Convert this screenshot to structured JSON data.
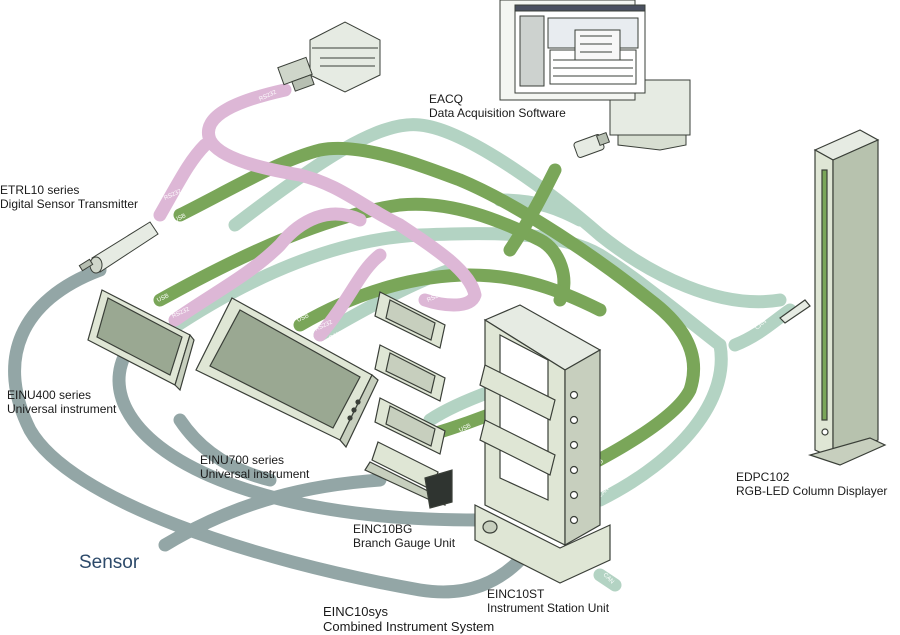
{
  "labels": {
    "eacq": {
      "line1": "EACQ",
      "line2": "Data Acquisition Software"
    },
    "etrl10": {
      "line1": "ETRL10 series",
      "line2": "Digital Sensor Transmitter"
    },
    "einu400": {
      "line1": "EINU400 series",
      "line2": "Universal instrument"
    },
    "einu700": {
      "line1": "EINU700 series",
      "line2": "Universal instrument"
    },
    "einc10bg": {
      "line1": "EINC10BG",
      "line2": "Branch Gauge Unit"
    },
    "einc10st": {
      "line1": "EINC10ST",
      "line2": "Instrument Station Unit"
    },
    "einc10sys": {
      "line1": "EINC10sys",
      "line2": "Combined Instrument System"
    },
    "edpc102": {
      "line1": "EDPC102",
      "line2": "RGB-LED Column Displayer"
    },
    "sensor": "Sensor"
  },
  "cable_tags": {
    "rs232": "RS232",
    "usb": "USB",
    "can": "CAN"
  },
  "colors": {
    "sensor_cable": "#93a6a6",
    "usb_cable": "#7aa659",
    "can_cable": "#b3d3c3",
    "rs232_cable": "#ddb7d6",
    "device_fill": "#dfe6d5",
    "device_stroke": "#3a3f38",
    "screen": "#9aa892"
  }
}
